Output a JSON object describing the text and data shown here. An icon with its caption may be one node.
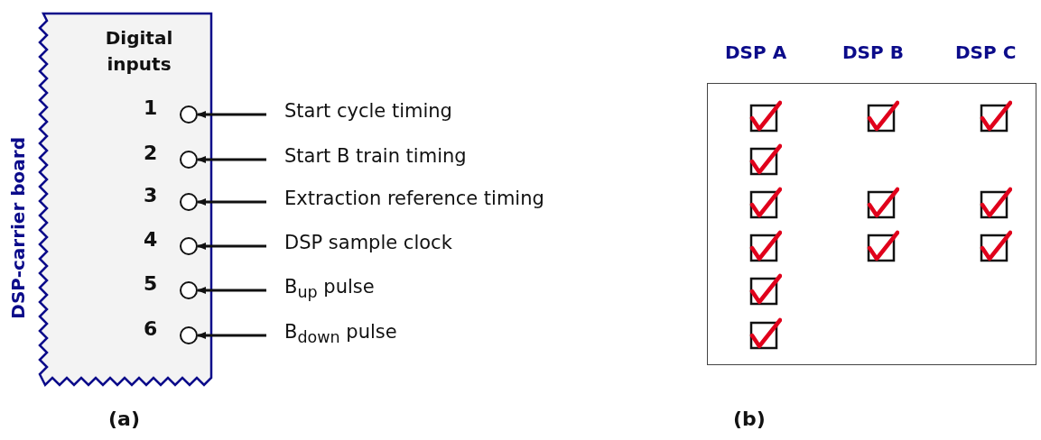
{
  "diagram": {
    "nodes": [
      {
        "text": [
          "Digital inputs",
          "DSP-carrier board"
        ]
      },
      {
        "text": [],
        "shape": "circle",
        "in": 0,
        "beside": [
          "1"
        ]
      },
      {
        "text": [],
        "shape": "circle",
        "in": 0,
        "beside": [
          "2"
        ]
      },
      {
        "text": [],
        "shape": "circle",
        "in": 0,
        "beside": [
          "3"
        ]
      },
      {
        "text": [],
        "shape": "circle",
        "in": 0,
        "beside": [
          "4"
        ]
      },
      {
        "text": [],
        "shape": "circle",
        "in": 0,
        "beside": [
          "5"
        ]
      },
      {
        "text": [],
        "shape": "circle",
        "in": 0,
        "beside": [
          "6"
        ]
      },
      {
        "text": [
          "Start cycle timing"
        ]
      },
      {
        "text": [
          "Start B train timing"
        ]
      },
      {
        "text": [
          "Extraction reference timing"
        ]
      },
      {
        "text": [
          "DSP sample clock"
        ]
      },
      {
        "text": [
          "B$_{up}$ pulse"
        ]
      },
      {
        "text": [
          "B$_{down}$ pulse"
        ]
      },
      {
        "text": [],
        "shape": "box"
      },
      {
        "text": [],
        "shape": "checkbox",
        "in": 13
      },
      {
        "text": [],
        "shape": "checkbox",
        "in": 13
      },
      {
        "text": [],
        "shape": "checkbox",
        "in": 13
      },
      {
        "text": [],
        "shape": "checkbox",
        "in": 13
      },
      {
        "text": [],
        "shape": "checkbox",
        "in": 13
      },
      {
        "text": [],
        "shape": "checkbox",
        "in": 13
      },
      {
        "text": [],
        "shape": "checkbox",
        "in": 13
      },
      {
        "text": [],
        "shape": "checkbox",
        "in": 13
      },
      {
        "text": [],
        "shape": "checkbox",
        "in": 13
      },
      {
        "text": [],
        "shape": "checkbox",
        "in": 13
      },
      {
        "text": [],
        "shape": "checkbox",
        "in": 13
      },
      {
        "text": [],
        "shape": "checkbox",
        "in": 13
      }
    ],
    "edges": [
      {
        "from": 7,
        "to": 1,
        "arrow": "to"
      },
      {
        "from": 8,
        "to": 2,
        "arrow": "to"
      },
      {
        "from": 9,
        "to": 3,
        "arrow": "to"
      },
      {
        "from": 10,
        "to": 4,
        "arrow": "to"
      },
      {
        "from": 11,
        "to": 5,
        "arrow": "to"
      },
      {
        "from": 12,
        "to": 6,
        "arrow": "to"
      }
    ],
    "labels": [
      "DSP A",
      "DSP B",
      "DSP C",
      "(a)",
      "(b)"
    ]
  }
}
